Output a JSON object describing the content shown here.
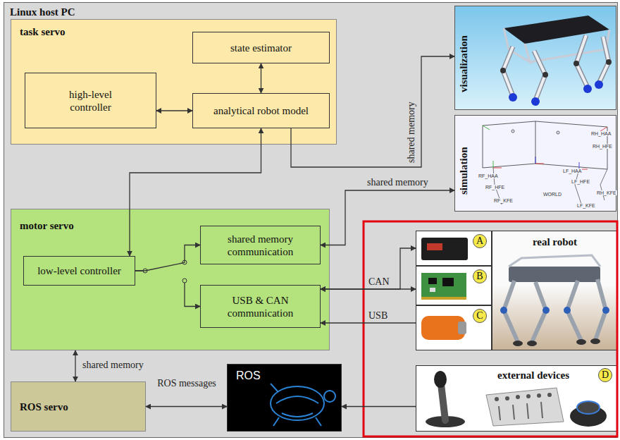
{
  "diagram": {
    "nodes": [
      {
        "text": [
          "Linux host PC"
        ]
      },
      {
        "text": [
          "task servo"
        ],
        "in": 0
      },
      {
        "text": [
          "state estimator"
        ],
        "in": 1
      },
      {
        "text": [
          "high-level controller"
        ],
        "in": 1
      },
      {
        "text": [
          "analytical robot model"
        ],
        "in": 1
      },
      {
        "text": [
          "visualization"
        ],
        "in": 0
      },
      {
        "text": [
          "simulation"
        ],
        "in": 0
      },
      {
        "text": [
          "motor servo"
        ],
        "in": 0
      },
      {
        "text": [
          "low-level controller"
        ],
        "in": 7
      },
      {
        "text": [
          "shared memory communication"
        ],
        "in": 7
      },
      {
        "text": [
          "USB & CAN communication"
        ],
        "in": 7
      },
      {
        "text": [
          "ROS servo"
        ],
        "in": 0
      },
      {
        "text": [
          "ROS"
        ],
        "in": 0
      },
      {
        "text": [
          "A"
        ],
        "in": 0
      },
      {
        "text": [
          "B"
        ],
        "in": 0
      },
      {
        "text": [
          "C"
        ],
        "in": 0
      },
      {
        "text": [
          "real robot"
        ],
        "in": 0
      },
      {
        "text": [
          "external devices",
          "D"
        ],
        "in": 0
      }
    ],
    "edges": [
      {
        "from": 3,
        "to": 4,
        "arrow": "both"
      },
      {
        "from": 2,
        "to": 4,
        "arrow": "both"
      },
      {
        "from": 8,
        "to": 4,
        "arrow": "both"
      },
      {
        "from": 4,
        "to": 5,
        "label": "shared memory",
        "arrow": "to"
      },
      {
        "from": 9,
        "to": 6,
        "label": "shared memory",
        "arrow": "both"
      },
      {
        "from": 8,
        "to": 9,
        "arrow": "to"
      },
      {
        "from": 8,
        "to": 10,
        "arrow": "to"
      },
      {
        "from": 10,
        "to": 13,
        "label": "CAN",
        "arrow": "both"
      },
      {
        "from": 10,
        "to": 14,
        "arrow": "both"
      },
      {
        "from": 15,
        "to": 10,
        "label": "USB",
        "arrow": "to"
      },
      {
        "from": 7,
        "to": 11,
        "label": "shared memory",
        "arrow": "both"
      },
      {
        "from": 11,
        "to": 12,
        "label": "ROS messages",
        "arrow": "both"
      },
      {
        "from": 17,
        "to": 12,
        "arrow": "to"
      }
    ],
    "labels": [
      "RF_HAA",
      "RH_HAA",
      "RH_HFE",
      "LF_HAA",
      "RF_HFE",
      "LF_HFE",
      "RF_KFE",
      "RH_KFE",
      "LF_KFE",
      "WORLD"
    ]
  }
}
